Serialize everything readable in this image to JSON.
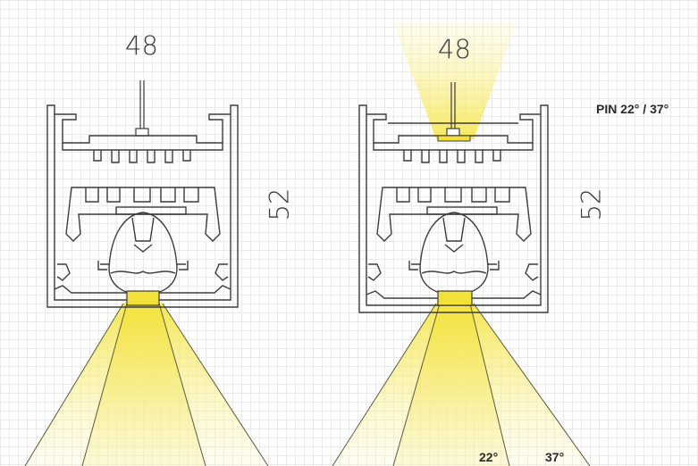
{
  "left_profile": {
    "width_dim": "48",
    "height_dim": "52"
  },
  "right_profile": {
    "width_dim": "48",
    "height_dim": "52"
  },
  "pin_label": "PIN 22° / 37°",
  "angle_labels": {
    "narrow": "22°",
    "wide": "37°"
  },
  "colors": {
    "beam": "#f7ea57",
    "line": "#3c3c3c",
    "grid": "#e9e9e9"
  }
}
